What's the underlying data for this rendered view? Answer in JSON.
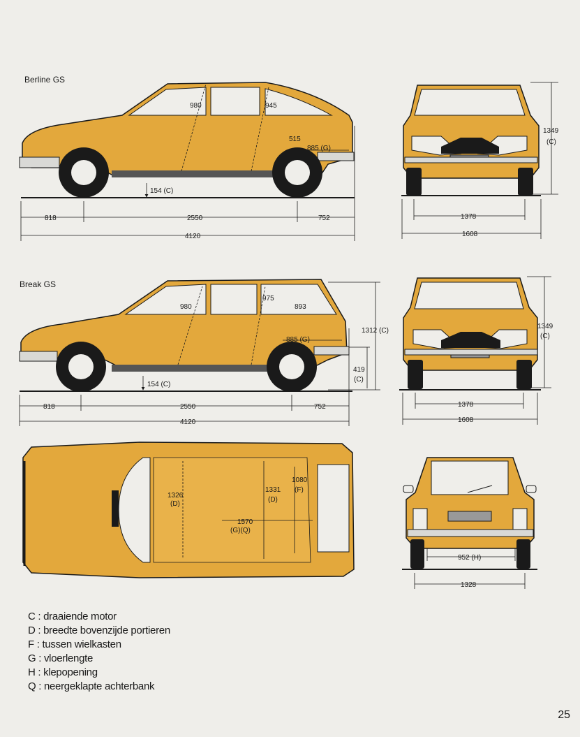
{
  "captions": {
    "berline": "Berline GS",
    "break": "Break GS"
  },
  "colors": {
    "body": "#e3a83c",
    "body_dark": "#c98f2a",
    "tire": "#1a1a1a",
    "line": "#1a1a1a",
    "paper": "#efeeea"
  },
  "berline_side": {
    "d980": "980",
    "d945": "945",
    "d515": "515",
    "d885": "885 (G)",
    "d154": "154 (C)",
    "d818": "818",
    "d2550": "2550",
    "d752": "752",
    "d4120": "4120"
  },
  "berline_front": {
    "d1349": "1349",
    "d1349c": "(C)",
    "d1378": "1378",
    "d1608": "1608"
  },
  "break_side": {
    "d980": "980",
    "d975": "975",
    "d893": "893",
    "d885": "885 (G)",
    "d1312": "1312 (C)",
    "d419": "419",
    "d419c": "(C)",
    "d154": "154 (C)",
    "d818": "818",
    "d2550": "2550",
    "d752": "752",
    "d4120": "4120"
  },
  "break_front": {
    "d1349": "1349",
    "d1349c": "(C)",
    "d1378": "1378",
    "d1608": "1608"
  },
  "top_view": {
    "d1326": "1326",
    "d1326d": "(D)",
    "d1331": "1331",
    "d1331d": "(D)",
    "d1080": "1080",
    "d1080f": "(F)",
    "d1570": "1570",
    "d1570g": "(G)(Q)"
  },
  "rear_view": {
    "d952": "952 (H)",
    "d1328": "1328"
  },
  "legend": [
    "C : draaiende motor",
    "D : breedte bovenzijde portieren",
    "F : tussen wielkasten",
    "G : vloerlengte",
    "H : klepopening",
    "Q : neergeklapte achterbank"
  ],
  "page_number": "25"
}
